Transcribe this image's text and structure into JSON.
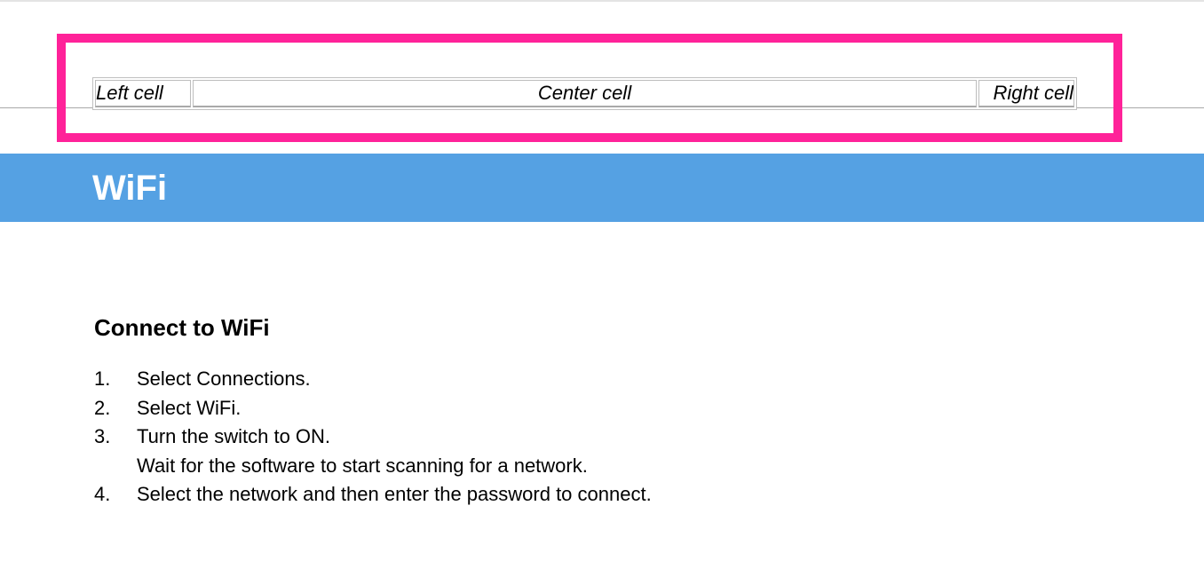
{
  "header_table": {
    "left_cell": "Left cell",
    "center_cell": "Center cell",
    "right_cell": "Right cell"
  },
  "annotation": {
    "highlight_color": "#ff2299"
  },
  "banner": {
    "title": "WiFi",
    "background_color": "#55a1e3"
  },
  "section": {
    "heading": "Connect to WiFi",
    "steps": [
      {
        "number": "1.",
        "text": "Select Connections.",
        "note": ""
      },
      {
        "number": "2.",
        "text": "Select WiFi.",
        "note": ""
      },
      {
        "number": "3.",
        "text": "Turn the switch to ON.",
        "note": "Wait for the software to start scanning for a network."
      },
      {
        "number": "4.",
        "text": "Select the network and then enter the password to connect.",
        "note": ""
      }
    ]
  }
}
